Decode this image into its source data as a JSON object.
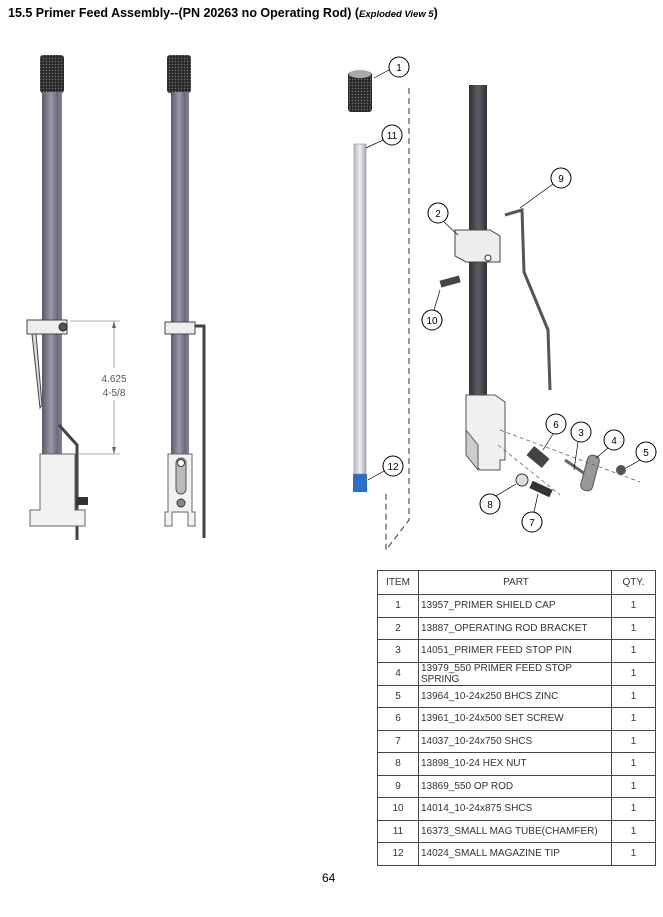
{
  "title": {
    "main": "15.5  Primer Feed Assembly--(PN 20263 no Operating Rod) (",
    "sub": "Exploded View 5",
    "close": ")"
  },
  "dimension": {
    "decimal": "4.625",
    "fraction": "4-5/8"
  },
  "callouts": [
    "1",
    "2",
    "3",
    "4",
    "5",
    "6",
    "7",
    "8",
    "9",
    "10",
    "11",
    "12"
  ],
  "table": {
    "headers": {
      "item": "ITEM",
      "part": "PART",
      "qty": "QTY."
    },
    "rows": [
      {
        "item": "1",
        "part": "13957_PRIMER SHIELD CAP",
        "qty": "1"
      },
      {
        "item": "2",
        "part": "13887_OPERATING ROD BRACKET",
        "qty": "1"
      },
      {
        "item": "3",
        "part": "14051_PRIMER FEED STOP PIN",
        "qty": "1"
      },
      {
        "item": "4",
        "part": "13979_550 PRIMER FEED STOP SPRING",
        "qty": "1"
      },
      {
        "item": "5",
        "part": "13964_10-24x250 BHCS ZINC",
        "qty": "1"
      },
      {
        "item": "6",
        "part": "13961_10-24x500 SET SCREW",
        "qty": "1"
      },
      {
        "item": "7",
        "part": "14037_10-24x750 SHCS",
        "qty": "1"
      },
      {
        "item": "8",
        "part": "13898_10-24 HEX NUT",
        "qty": "1"
      },
      {
        "item": "9",
        "part": "13869_550 OP ROD",
        "qty": "1"
      },
      {
        "item": "10",
        "part": "14014_10-24x875 SHCS",
        "qty": "1"
      },
      {
        "item": "11",
        "part": "16373_SMALL MAG TUBE(CHAMFER)",
        "qty": "1"
      },
      {
        "item": "12",
        "part": "14024_SMALL MAGAZINE TIP",
        "qty": "1"
      }
    ]
  },
  "page_number": "64"
}
